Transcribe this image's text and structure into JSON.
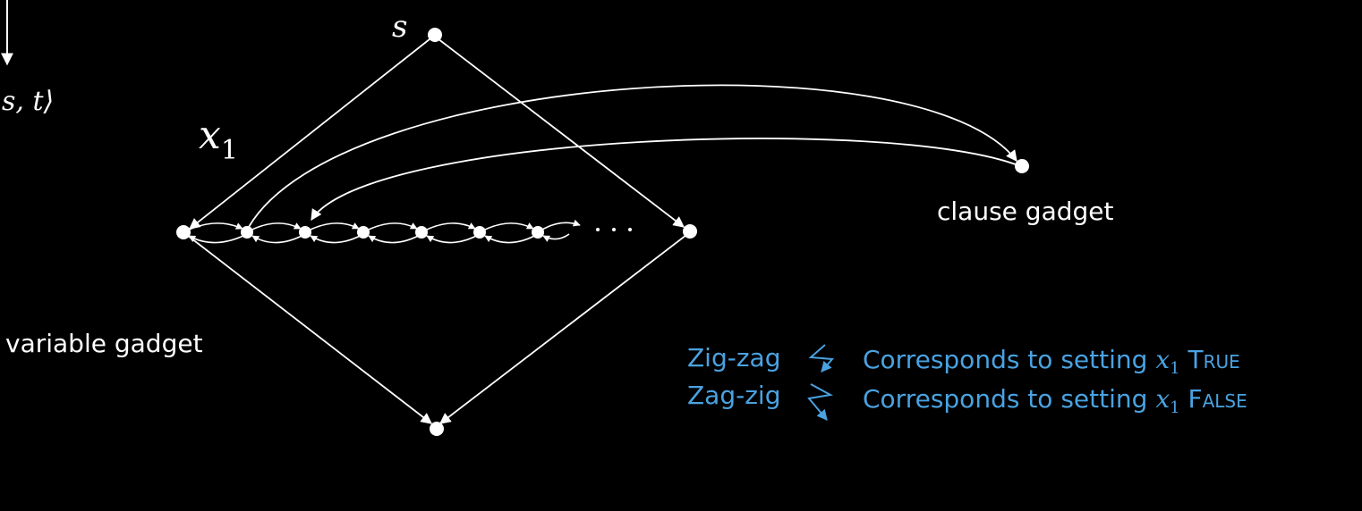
{
  "labels": {
    "source": "s",
    "variable_main": "x",
    "variable_sub": "1",
    "partial_pair": "s, t⟩",
    "clause_gadget": "clause gadget",
    "variable_gadget": "variable gadget",
    "ellipsis": "· · ·"
  },
  "legend": [
    {
      "name": "Zig-zag",
      "text": "Corresponds to setting ",
      "var": "x",
      "sub": "1",
      "value": "True",
      "icon": "zigzag-arrow-icon"
    },
    {
      "name": "Zag-zig",
      "text": "Corresponds to setting ",
      "var": "x",
      "sub": "1",
      "value": "False",
      "icon": "zagzig-arrow-icon"
    }
  ],
  "colors": {
    "background": "#000000",
    "ink": "#ffffff",
    "accent": "#4aa2e0"
  }
}
